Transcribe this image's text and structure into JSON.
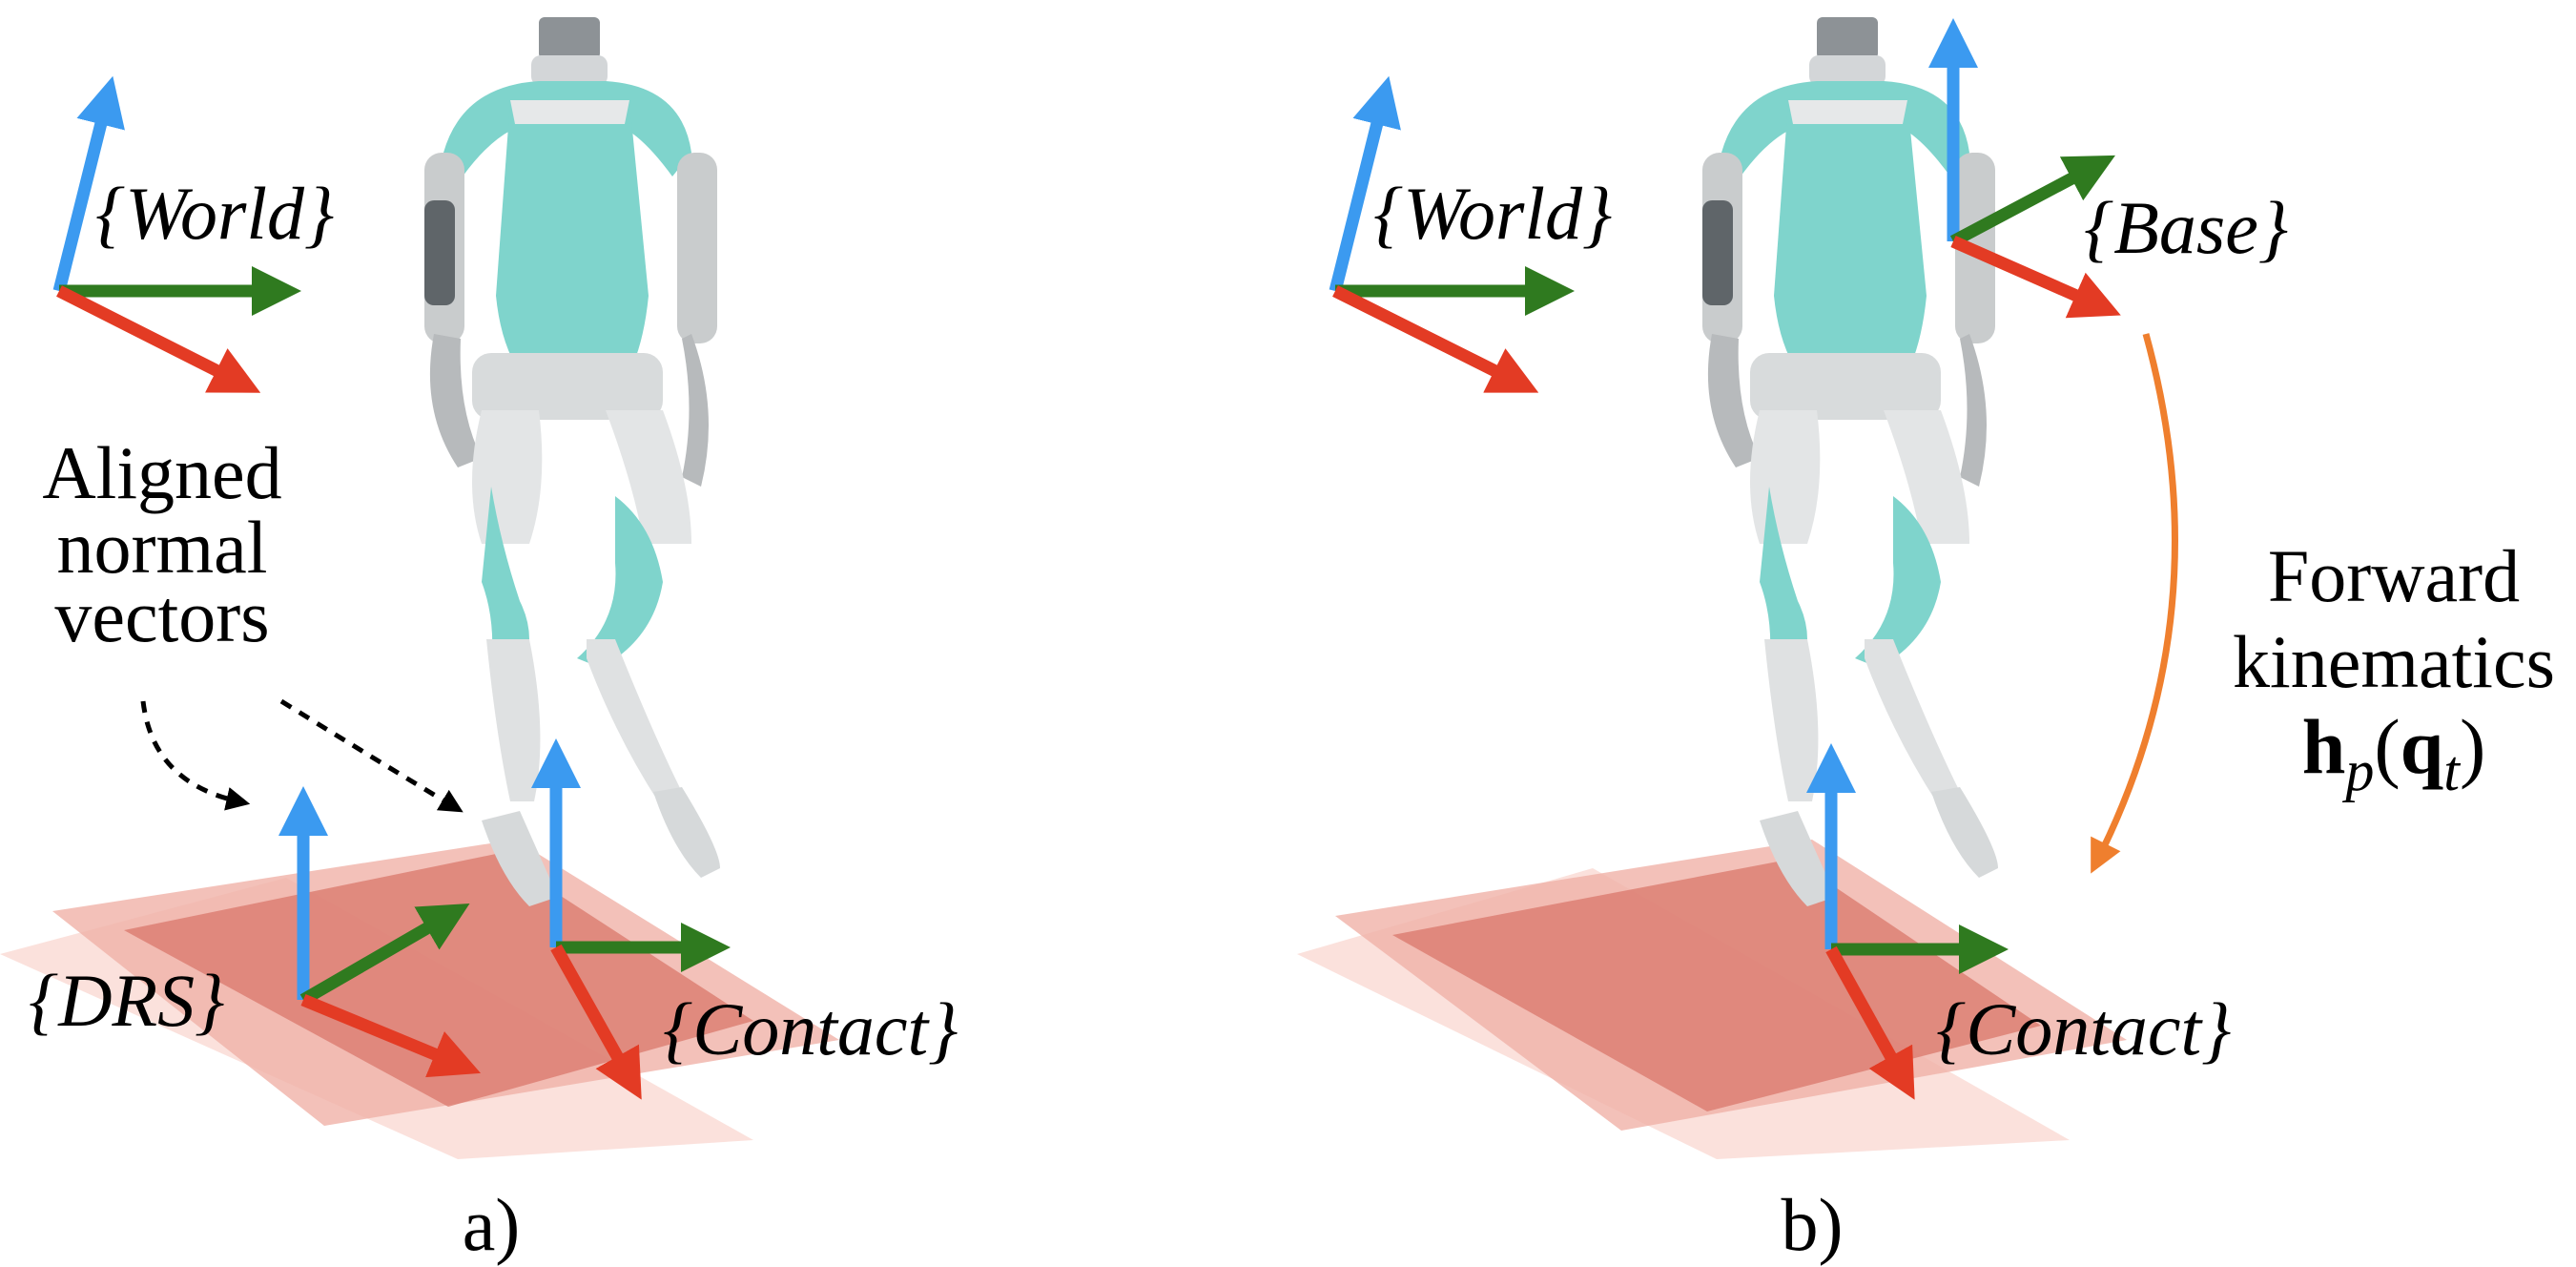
{
  "colors": {
    "z_axis": "#3b9af0",
    "y_axis": "#2f7a1f",
    "x_axis": "#e33b24",
    "plane_dark": "#d9776b",
    "plane_mid": "#f0b2a8",
    "plane_light": "#fadcd6",
    "fk_arrow": "#ef7f2e",
    "robot_teal": "#7fd4cc",
    "robot_grey": "#c9cccd"
  },
  "panel_a": {
    "caption": "a)",
    "world_label": "{World}",
    "drs_label": "{DRS}",
    "contact_label": "{Contact}",
    "annotation_lines": [
      "Aligned",
      "normal",
      "vectors"
    ]
  },
  "panel_b": {
    "caption": "b)",
    "world_label": "{World}",
    "base_label": "{Base}",
    "contact_label": "{Contact}",
    "fk_lines": [
      "Forward",
      "kinematics"
    ],
    "fk_formula": {
      "h": "h",
      "p": "p",
      "open": "(",
      "q": "q",
      "t": "t",
      "close": ")"
    }
  },
  "icons": {
    "robot": "humanoid-robot-icon",
    "coordinate_frame": "axis-triad-icon"
  }
}
